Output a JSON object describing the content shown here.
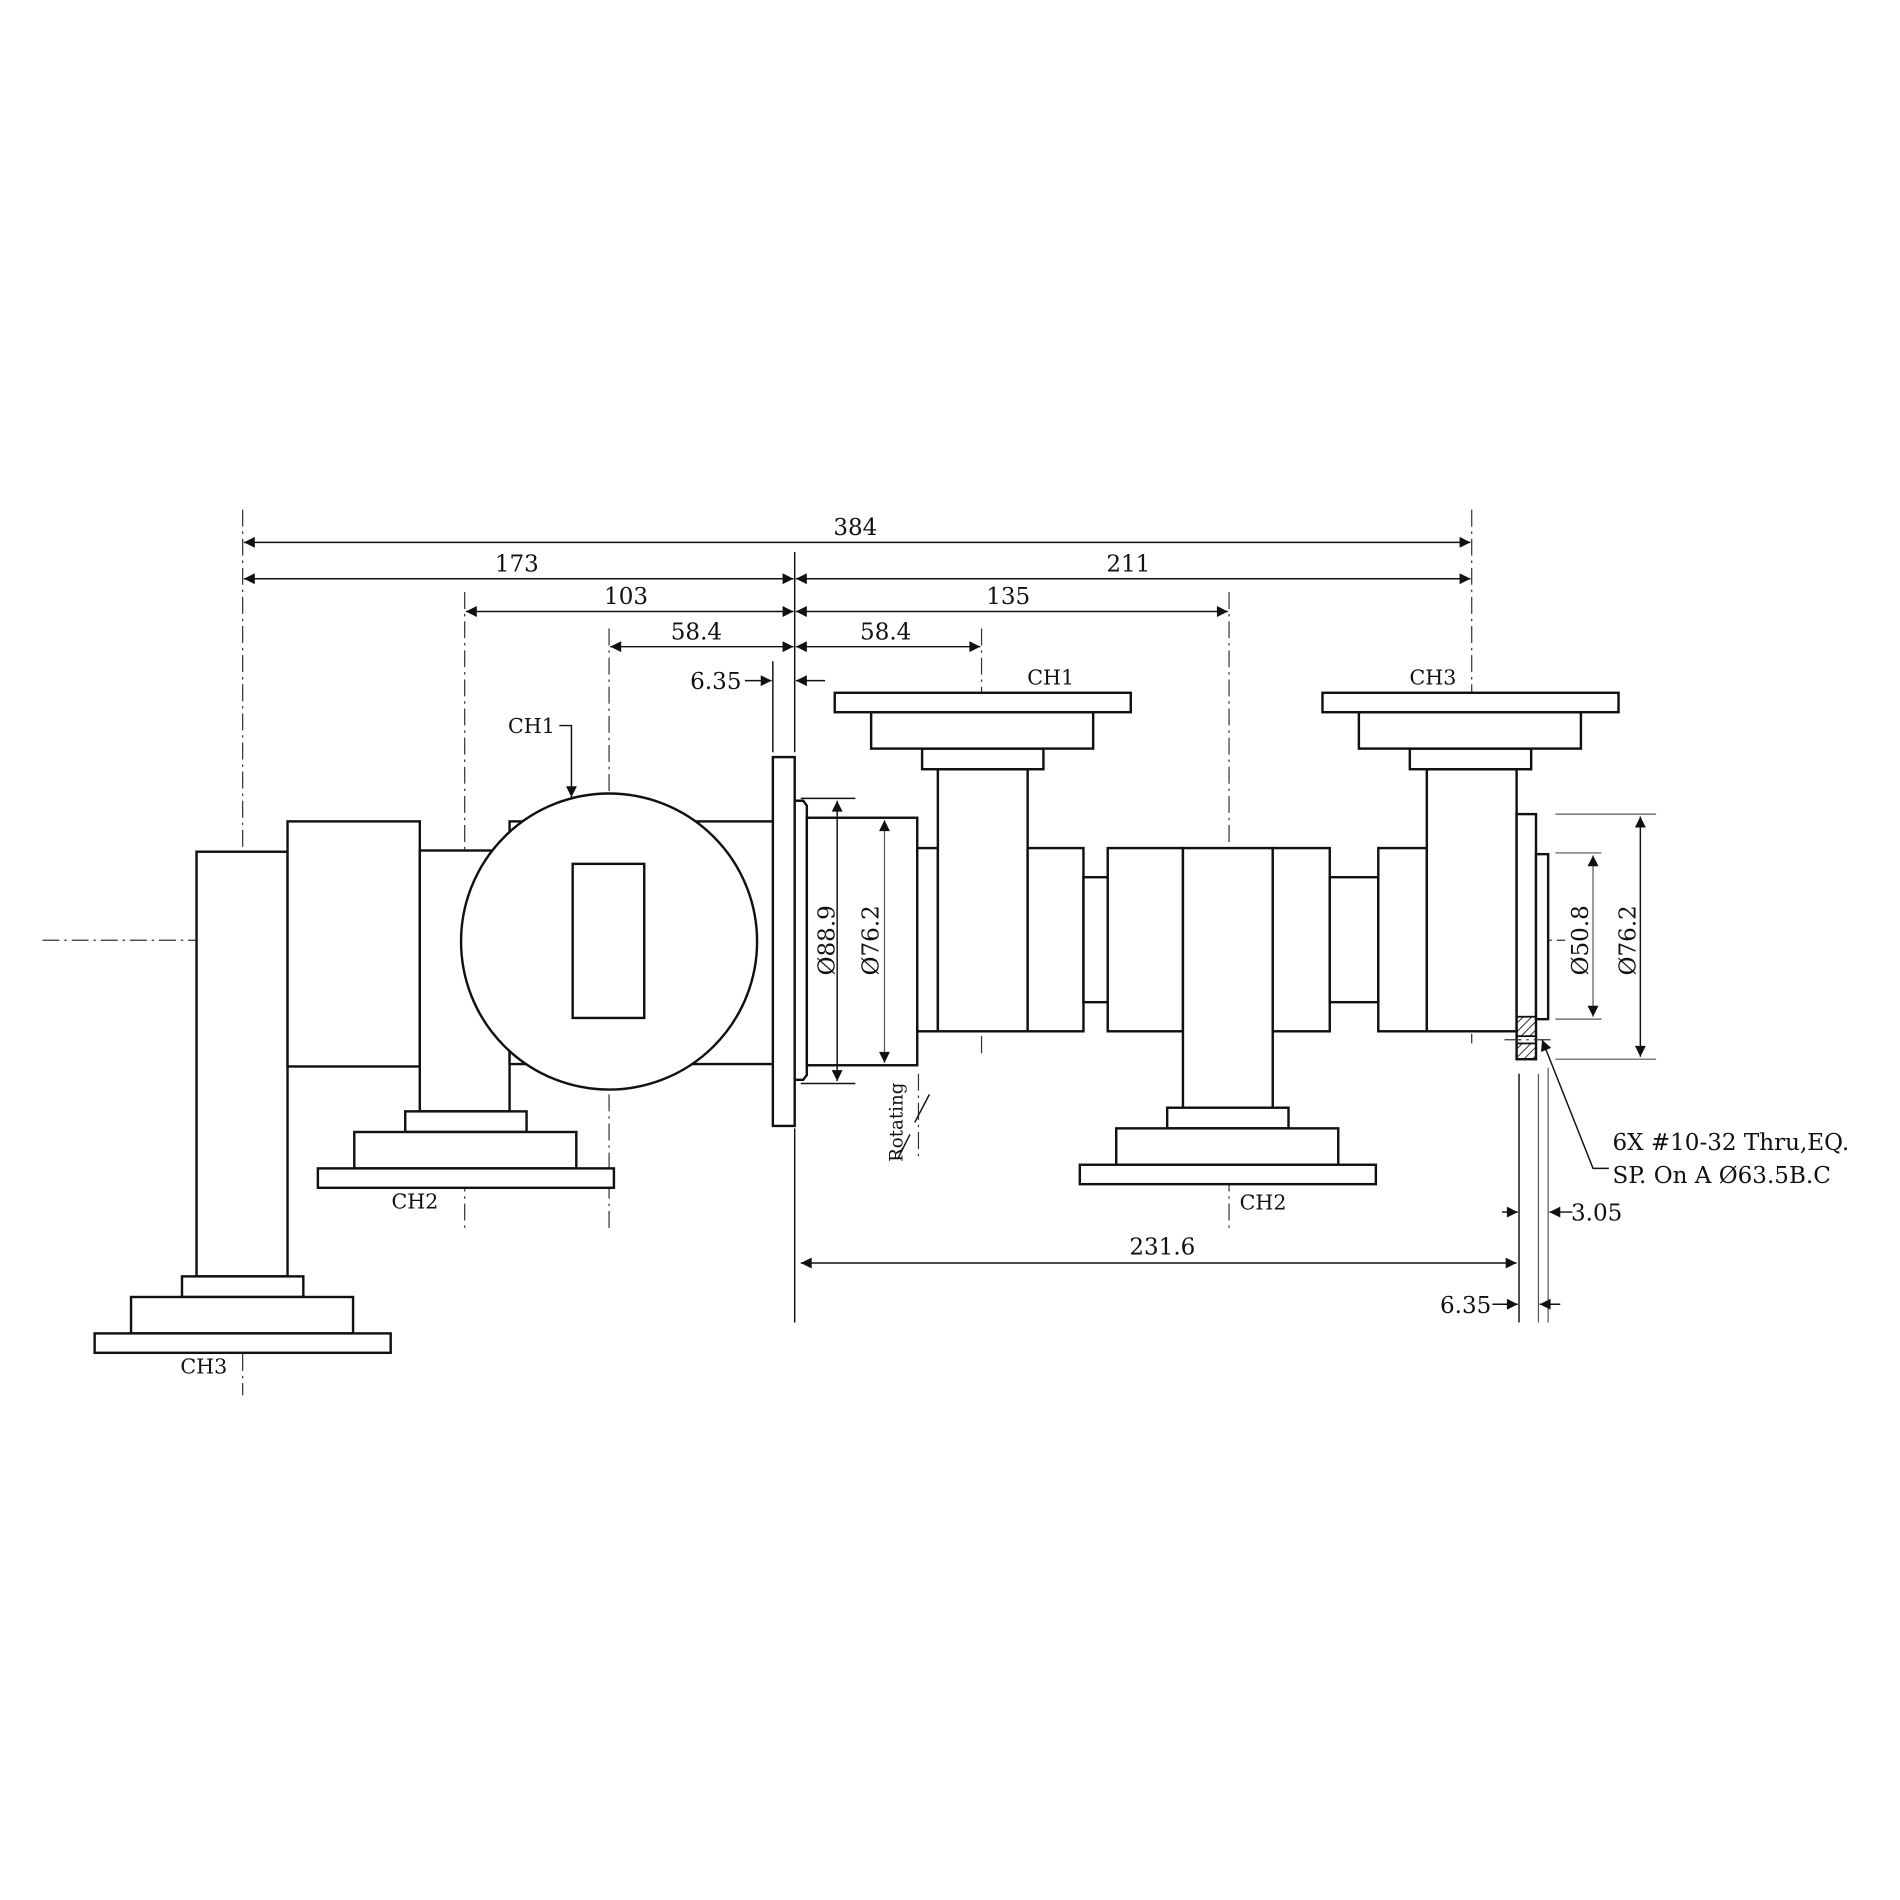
{
  "drawing": {
    "title": "Rotary joint dimensional drawing",
    "units": "mm",
    "colors": {
      "line": "#111111",
      "background": "#ffffff"
    }
  },
  "dims": {
    "overall": "384",
    "left_ch3": "173",
    "right_ch3": "211",
    "left_ch2": "103",
    "right_ch2": "135",
    "left_ch1": "58.4",
    "right_ch1": "58.4",
    "flange_thk": "6.35",
    "dia_889": "Ø88.9",
    "dia_762_left": "Ø76.2",
    "dia_508": "Ø50.8",
    "dia_762_right": "Ø76.2",
    "length_2316": "231.6",
    "thk_305": "3.05",
    "thk_635_right": "6.35"
  },
  "labels": {
    "ch1_left": "CH1",
    "ch2_left": "CH2",
    "ch3_left": "CH3",
    "ch1_top": "CH1",
    "ch3_top": "CH3",
    "ch2_bottom": "CH2",
    "rotating": "Rotating",
    "note_line1": "6X  #10-32 Thru,EQ.",
    "note_line2": "SP. On A Ø63.5B.C"
  }
}
